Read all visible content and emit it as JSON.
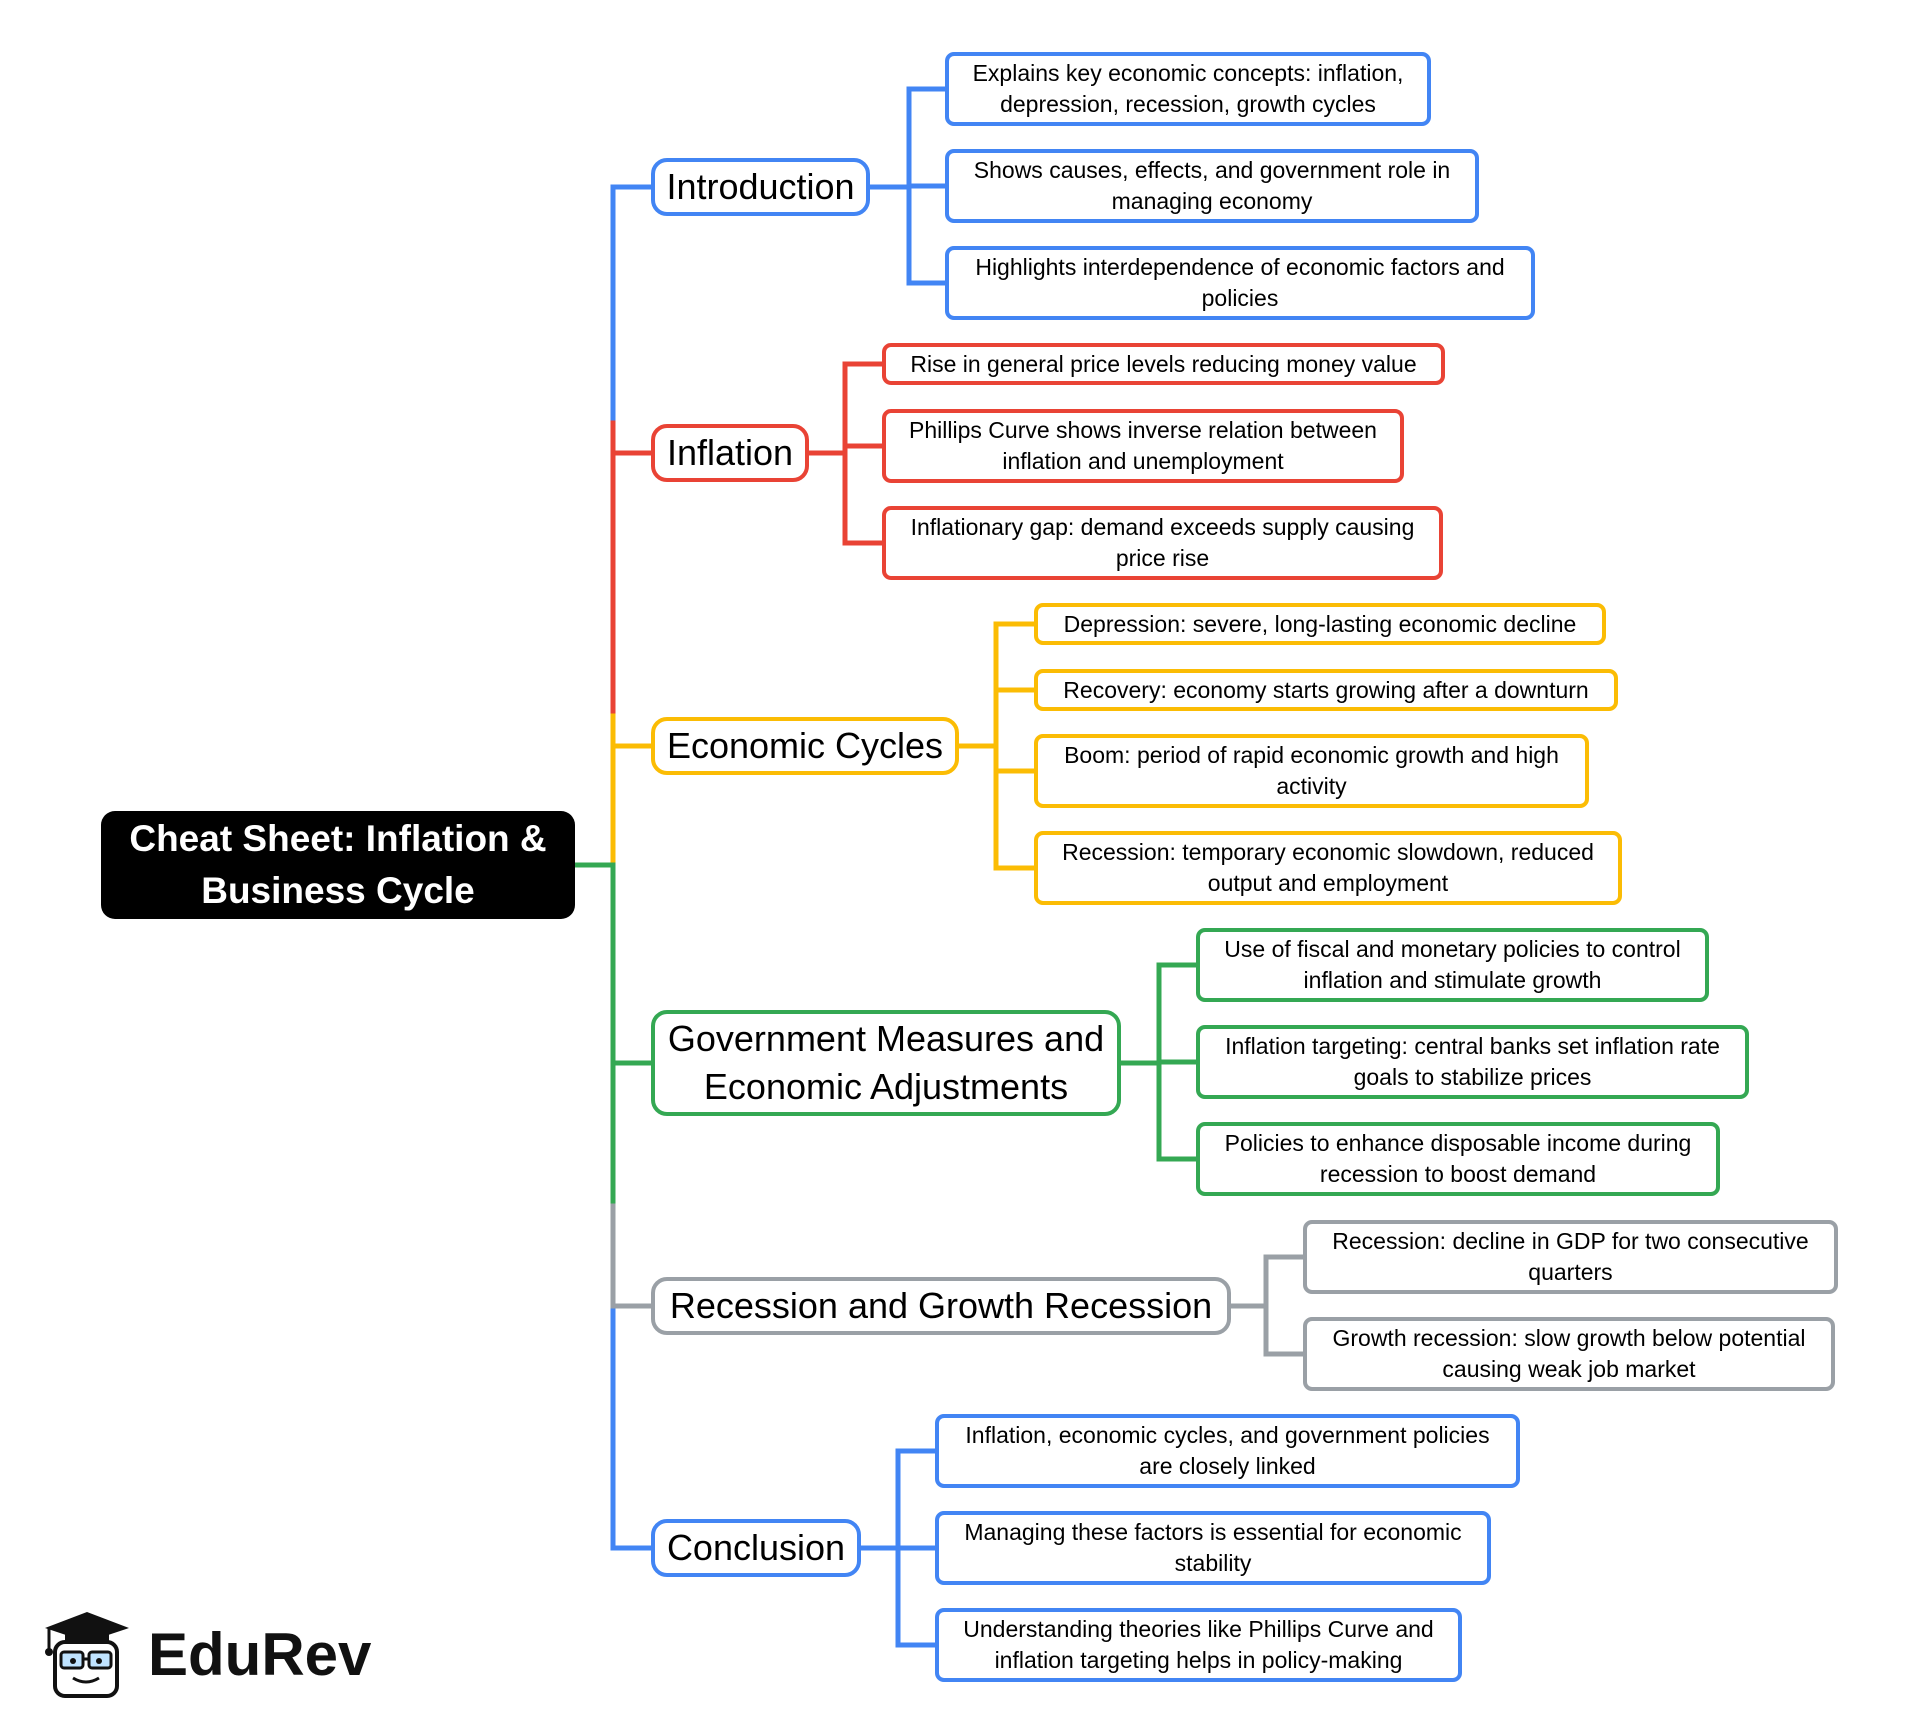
{
  "root": {
    "title": "Cheat Sheet: Inflation &\nBusiness Cycle"
  },
  "colors": {
    "blue": "#4285f4",
    "red": "#e94335",
    "yellow": "#fbbc04",
    "green": "#34a853",
    "gray": "#9aa0a6"
  },
  "branches": [
    {
      "label": "Introduction",
      "color": "#4285f4",
      "items": [
        "Explains key economic concepts: inflation,\ndepression, recession, growth cycles",
        "Shows causes, effects, and government role in\nmanaging economy",
        "Highlights interdependence of economic factors and\npolicies"
      ]
    },
    {
      "label": "Inflation",
      "color": "#e94335",
      "items": [
        "Rise in general price levels reducing money value",
        "Phillips Curve shows inverse relation between\ninflation and unemployment",
        "Inflationary gap: demand exceeds supply causing\nprice rise"
      ]
    },
    {
      "label": "Economic Cycles",
      "color": "#fbbc04",
      "items": [
        "Depression: severe, long-lasting economic decline",
        "Recovery: economy starts growing after a downturn",
        "Boom: period of rapid economic growth and high\nactivity",
        "Recession: temporary economic slowdown, reduced\noutput and employment"
      ]
    },
    {
      "label": "Government Measures and\nEconomic Adjustments",
      "color": "#34a853",
      "items": [
        "Use of fiscal and monetary policies to control\ninflation and stimulate growth",
        "Inflation targeting: central banks set inflation rate\ngoals to stabilize prices",
        "Policies to enhance disposable income during\nrecession to boost demand"
      ]
    },
    {
      "label": "Recession and Growth Recession",
      "color": "#9aa0a6",
      "items": [
        "Recession: decline in GDP for two consecutive\nquarters",
        "Growth recession: slow growth below potential\ncausing weak job market"
      ]
    },
    {
      "label": "Conclusion",
      "color": "#4285f4",
      "items": [
        "Inflation, economic cycles, and government policies\nare closely linked",
        "Managing these factors is essential for economic\nstability",
        "Understanding theories like Phillips Curve and\ninflation targeting helps in policy-making"
      ]
    }
  ],
  "logo": {
    "text": "EduRev",
    "icon": "graduation-cap-mascot-icon"
  }
}
